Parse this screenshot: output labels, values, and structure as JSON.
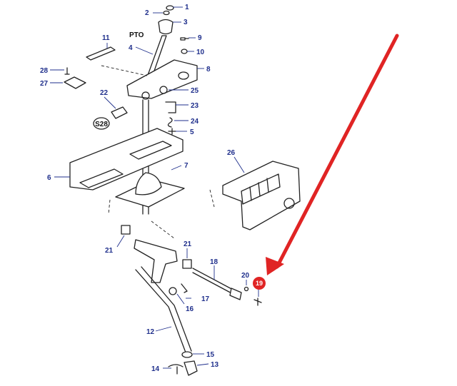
{
  "pto_label": "PTO",
  "ref_label": "S28",
  "highlight": {
    "label": "19",
    "color": "#e02424"
  },
  "arrow_color": "#e02424",
  "callout_color": "#1f2f8c",
  "callouts": [
    "1",
    "2",
    "3",
    "4",
    "5",
    "6",
    "7",
    "8",
    "9",
    "10",
    "11",
    "12",
    "13",
    "14",
    "15",
    "16",
    "17",
    "18",
    "20",
    "21",
    "21",
    "22",
    "23",
    "24",
    "25",
    "26",
    "27",
    "28"
  ]
}
